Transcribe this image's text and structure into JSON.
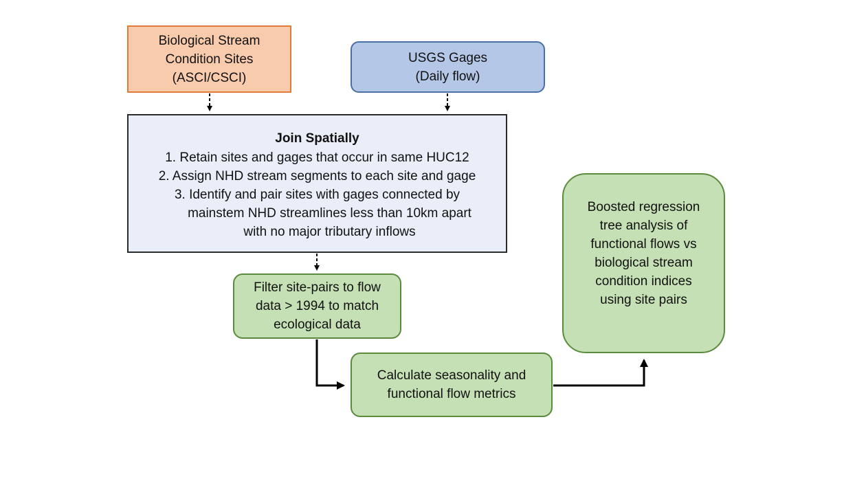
{
  "nodes": {
    "bio_sites": {
      "lines": [
        "Biological Stream",
        "Condition Sites",
        "(ASCI/CSCI)"
      ]
    },
    "usgs_gages": {
      "lines": [
        "USGS Gages",
        "(Daily flow)"
      ]
    },
    "join": {
      "title": "Join Spatially",
      "steps": [
        "1.   Retain sites and gages that occur in same HUC12",
        "2.   Assign NHD stream segments to each site and gage",
        "3.   Identify and pair sites with gages connected by",
        "mainstem NHD streamlines less than 10km apart",
        "with no major tributary inflows"
      ]
    },
    "filter": {
      "lines": [
        "Filter site-pairs to flow",
        "data > 1994 to match",
        "ecological data"
      ]
    },
    "calculate": {
      "lines": [
        "Calculate seasonality and",
        "functional flow metrics"
      ]
    },
    "brt": {
      "lines": [
        "Boosted regression",
        "tree analysis of",
        "functional flows vs",
        "biological stream",
        "condition indices",
        "using site pairs"
      ]
    }
  },
  "edges": [
    {
      "from": "bio_sites",
      "to": "join",
      "style": "dashed"
    },
    {
      "from": "usgs_gages",
      "to": "join",
      "style": "dashed"
    },
    {
      "from": "join",
      "to": "filter",
      "style": "dashed"
    },
    {
      "from": "filter",
      "to": "calculate",
      "style": "solid"
    },
    {
      "from": "calculate",
      "to": "brt",
      "style": "solid"
    }
  ],
  "colors": {
    "bio_fill": "#f8cbad",
    "bio_border": "#e07b39",
    "usgs_fill": "#b4c7e7",
    "usgs_border": "#4a6fa5",
    "join_fill": "#e9eef8",
    "join_border": "#2b2b2b",
    "green_fill": "#c5e0b4",
    "green_border": "#5a8a3c",
    "arrow": "#000000"
  }
}
